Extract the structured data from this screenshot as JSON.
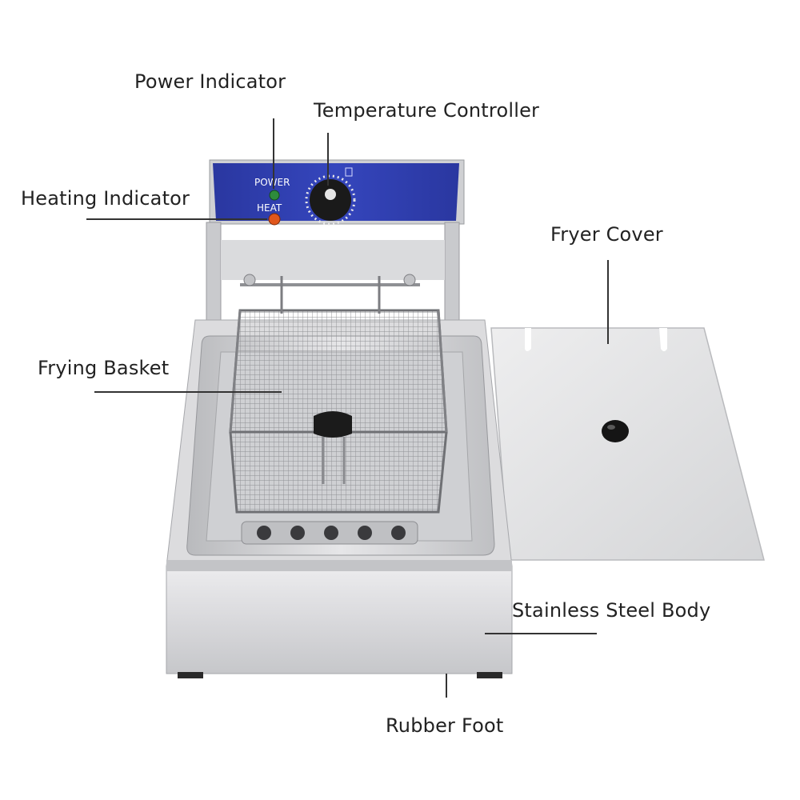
{
  "callouts": {
    "power_indicator": "Power Indicator",
    "temperature_controller": "Temperature Controller",
    "heating_indicator": "Heating Indicator",
    "fryer_cover": "Fryer Cover",
    "frying_basket": "Frying Basket",
    "stainless_steel_body": "Stainless Steel Body",
    "rubber_foot": "Rubber Foot"
  },
  "panel": {
    "power_text": "POWER",
    "heat_text": "HEAT"
  },
  "colors": {
    "panel_blue": "#2f3fb0",
    "power_led": "#2e8b3c",
    "heat_led": "#e0561c",
    "steel_light": "#e4e4e6",
    "steel_dark": "#a9aaae",
    "knob": "#1a1a1a"
  }
}
